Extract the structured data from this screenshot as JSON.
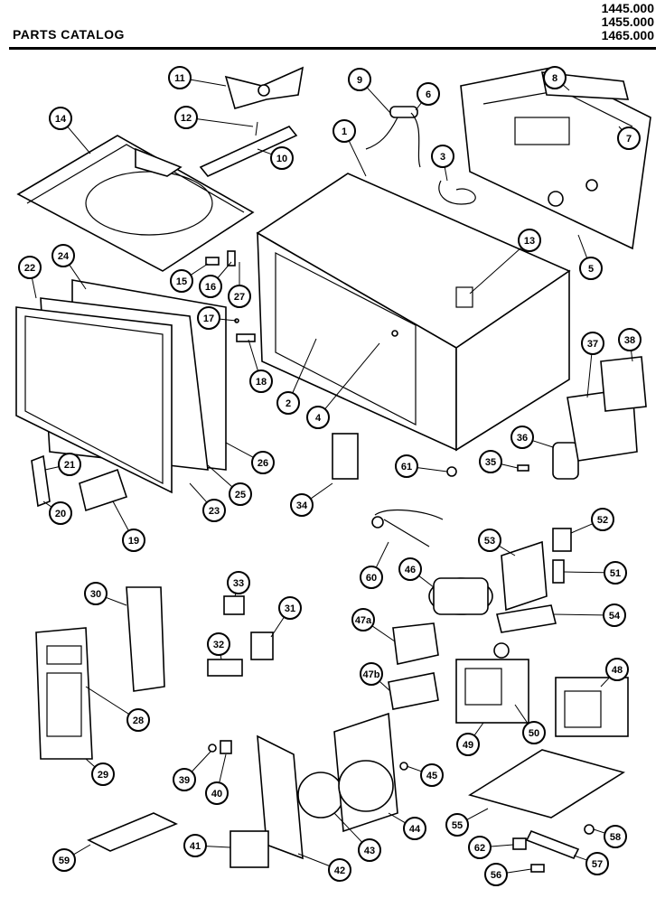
{
  "header": {
    "title": "PARTS CATALOG",
    "models": [
      "1445.000",
      "1455.000",
      "1465.000"
    ]
  },
  "labels": [
    "11",
    "12",
    "14",
    "10",
    "9",
    "6",
    "3",
    "1",
    "8",
    "7",
    "5",
    "13",
    "22",
    "24",
    "15",
    "16",
    "27",
    "17",
    "18",
    "2",
    "4",
    "26",
    "25",
    "23",
    "21",
    "20",
    "19",
    "37",
    "38",
    "36",
    "35",
    "61",
    "34",
    "60",
    "53",
    "52",
    "51",
    "46",
    "54",
    "47a",
    "47b",
    "48",
    "49",
    "50",
    "33",
    "30",
    "31",
    "32",
    "28",
    "29",
    "39",
    "40",
    "45",
    "44",
    "43",
    "42",
    "41",
    "55",
    "58",
    "62",
    "57",
    "56",
    "59"
  ]
}
